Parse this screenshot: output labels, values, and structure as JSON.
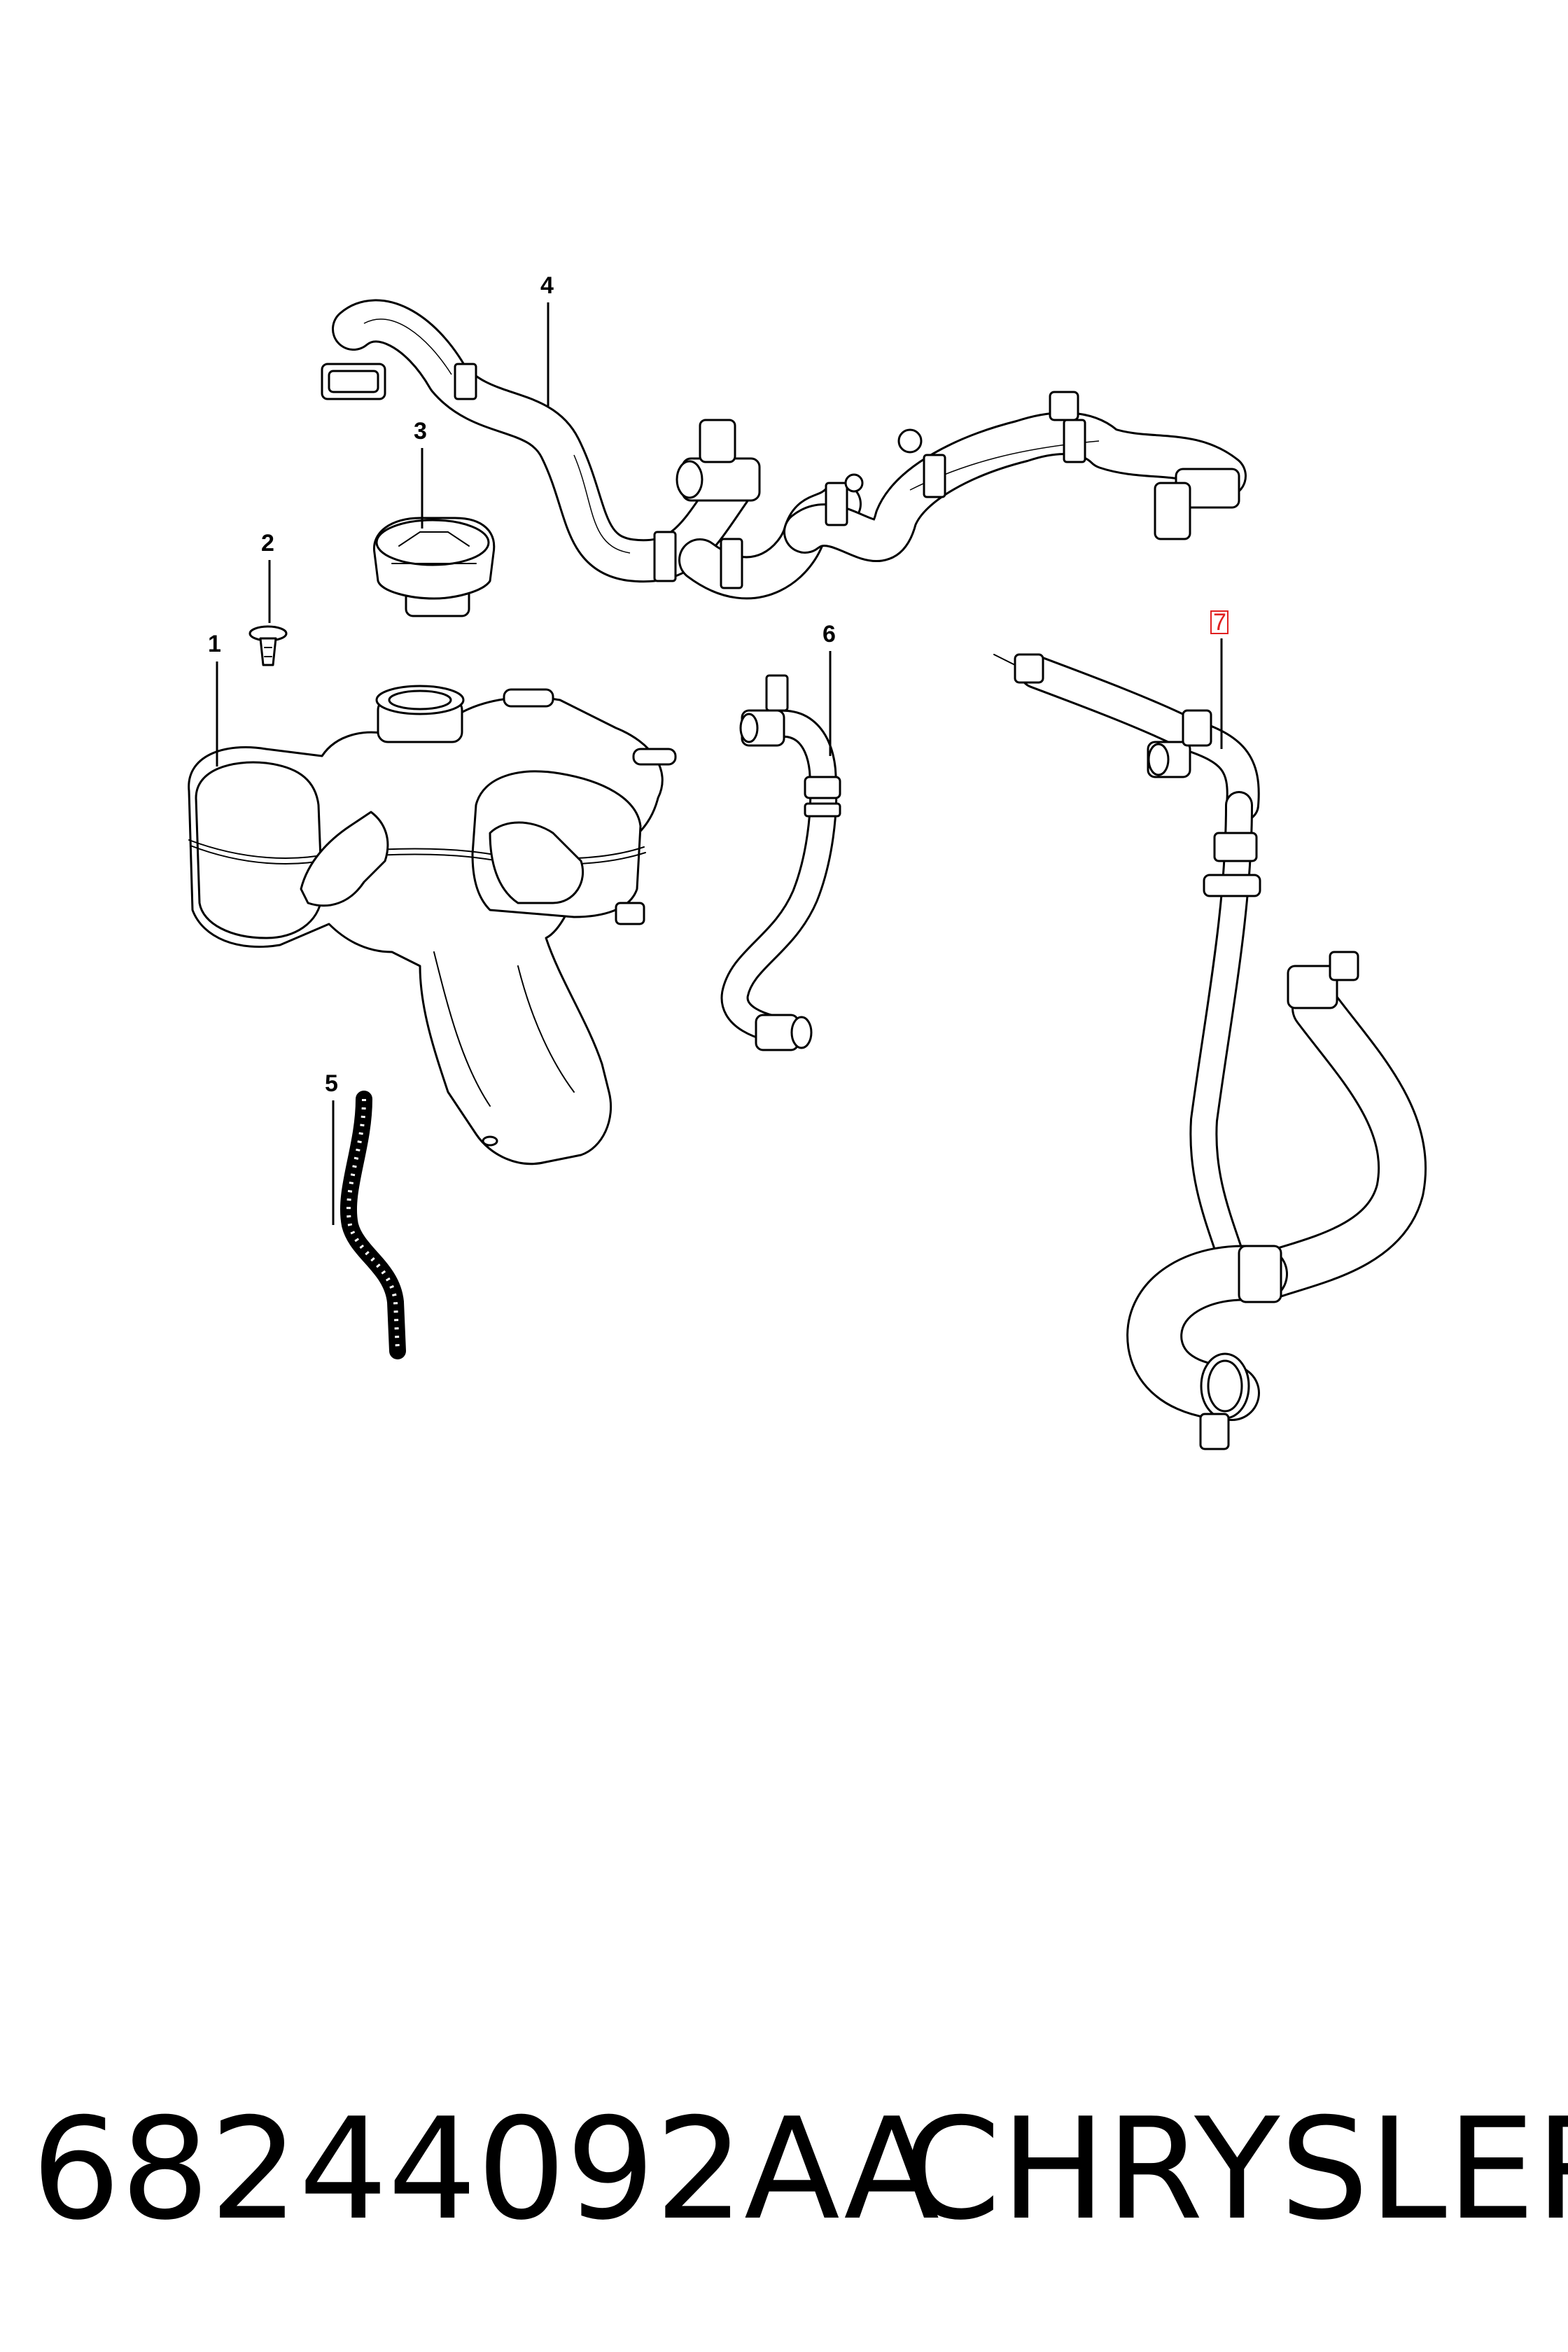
{
  "callouts": [
    {
      "label": "1"
    },
    {
      "label": "2"
    },
    {
      "label": "3"
    },
    {
      "label": "4"
    },
    {
      "label": "5"
    },
    {
      "label": "6"
    },
    {
      "label": "7"
    }
  ],
  "footer": {
    "part_number": "68244092AA",
    "manufacturer": "CHRYSLER"
  },
  "highlight": {
    "callout": "7",
    "color": "#e02020"
  }
}
